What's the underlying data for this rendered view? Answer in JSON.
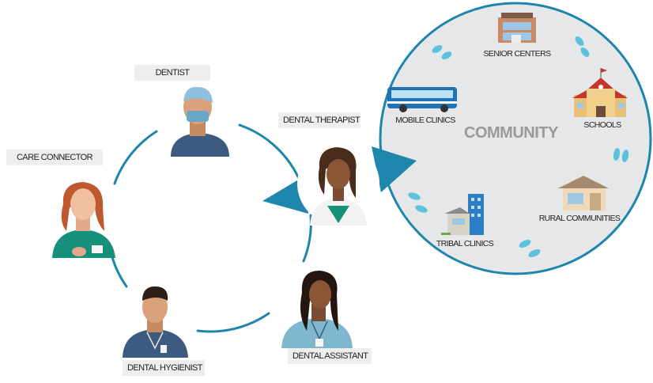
{
  "roles": {
    "dentist": "DENTIST",
    "dental_therapist": "DENTAL THERAPIST",
    "care_connector": "CARE CONNECTOR",
    "dental_hygienist": "DENTAL HYGIENIST",
    "dental_assistant": "DENTAL ASSISTANT"
  },
  "community": {
    "title": "COMMUNITY",
    "senior_centers": "SENIOR CENTERS",
    "mobile_clinics": "MOBILE CLINICS",
    "schools": "SCHOOLS",
    "rural_communities": "RURAL COMMUNITIES",
    "tribal_clinics": "TRIBAL CLINICS"
  },
  "colors": {
    "ring": "#1e85ad",
    "community_fill": "#e6e7e8",
    "community_text": "#9a9a9a",
    "scrubs_dark": "#3d5a80",
    "scrubs_teal": "#17907a",
    "footprint": "#5bc1dd"
  }
}
